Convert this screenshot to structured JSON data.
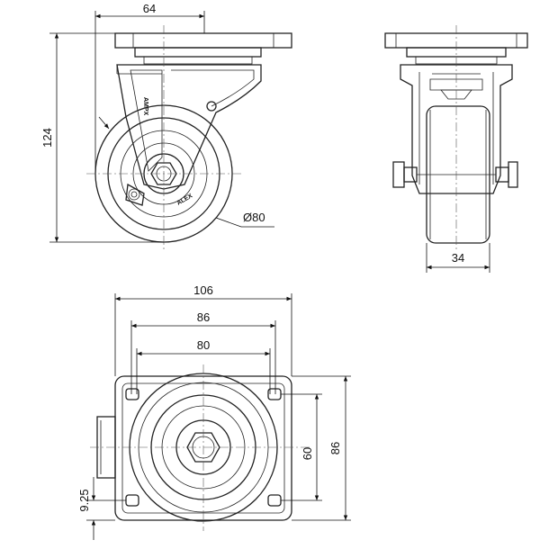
{
  "side_view": {
    "dim_plate_width": "64",
    "dim_height": "124",
    "dim_wheel_diameter": "Ø80",
    "fork_text": "AMPX",
    "wheel_text": "ALEX"
  },
  "front_view": {
    "dim_wheel_width": "34"
  },
  "top_view": {
    "dim_overall_width": "106",
    "dim_hole_span_outer": "86",
    "dim_hole_span_inner": "80",
    "dim_hole_span_vertical": "60",
    "dim_overall_height": "86",
    "dim_hole_offset": "9.25"
  }
}
